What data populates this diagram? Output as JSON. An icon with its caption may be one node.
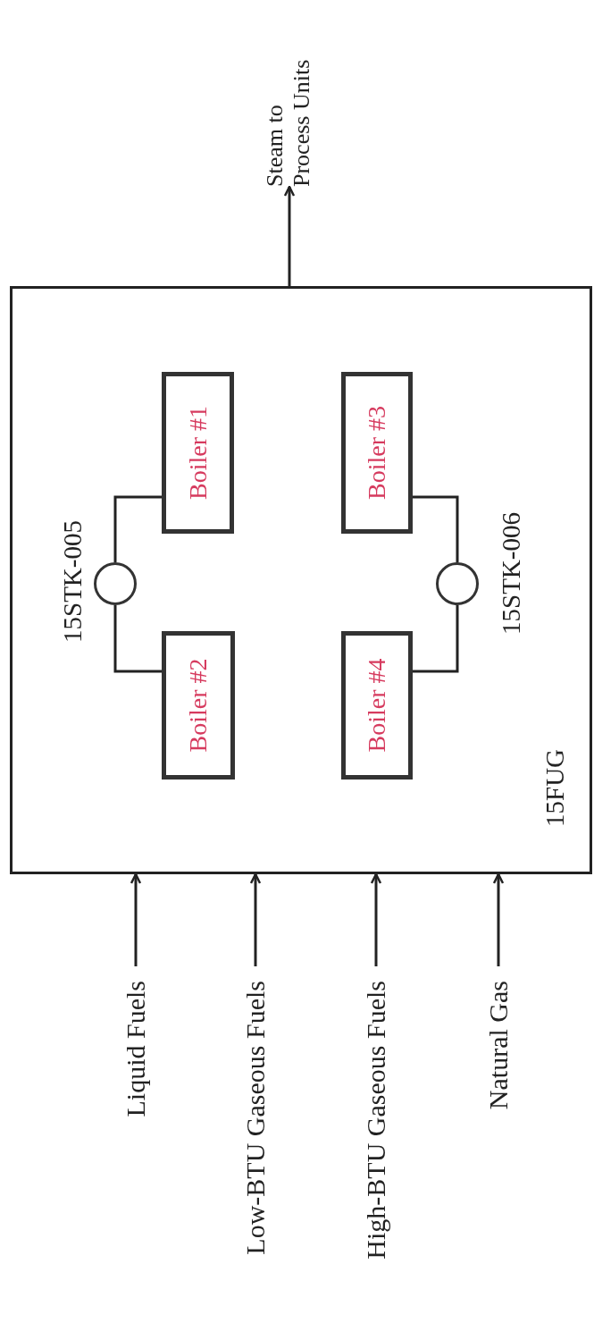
{
  "diagram": {
    "nodes": [
      {
        "text": [
          "Steam to Process Units"
        ]
      },
      {
        "text": [
          "15FUG"
        ]
      },
      {
        "text": [
          "Boiler #1"
        ],
        "in": 1
      },
      {
        "text": [],
        "shape": "circle",
        "in": 1,
        "beside": [
          "15STK-005"
        ]
      },
      {
        "text": [
          "Boiler #2"
        ],
        "in": 1
      },
      {
        "text": [
          "Boiler #3"
        ],
        "in": 1
      },
      {
        "text": [],
        "shape": "circle",
        "in": 1,
        "beside": [
          "15STK-006"
        ]
      },
      {
        "text": [
          "Boiler #4"
        ],
        "in": 1
      },
      {
        "text": [
          "Liquid Fuels"
        ]
      },
      {
        "text": [
          "Low-BTU Gaseous Fuels"
        ]
      },
      {
        "text": [
          "High-BTU Gaseous Fuels"
        ]
      },
      {
        "text": [
          "Natural Gas"
        ]
      }
    ],
    "edges": [
      {
        "from": 1,
        "to": 0,
        "arrow": "to"
      },
      {
        "from": 3,
        "to": 2,
        "arrow": "none"
      },
      {
        "from": 3,
        "to": 4,
        "arrow": "none"
      },
      {
        "from": 6,
        "to": 5,
        "arrow": "none"
      },
      {
        "from": 6,
        "to": 7,
        "arrow": "none"
      },
      {
        "from": 8,
        "to": 1,
        "arrow": "to"
      },
      {
        "from": 9,
        "to": 1,
        "arrow": "to"
      },
      {
        "from": 10,
        "to": 1,
        "arrow": "to"
      },
      {
        "from": 11,
        "to": 1,
        "arrow": "to"
      }
    ]
  }
}
